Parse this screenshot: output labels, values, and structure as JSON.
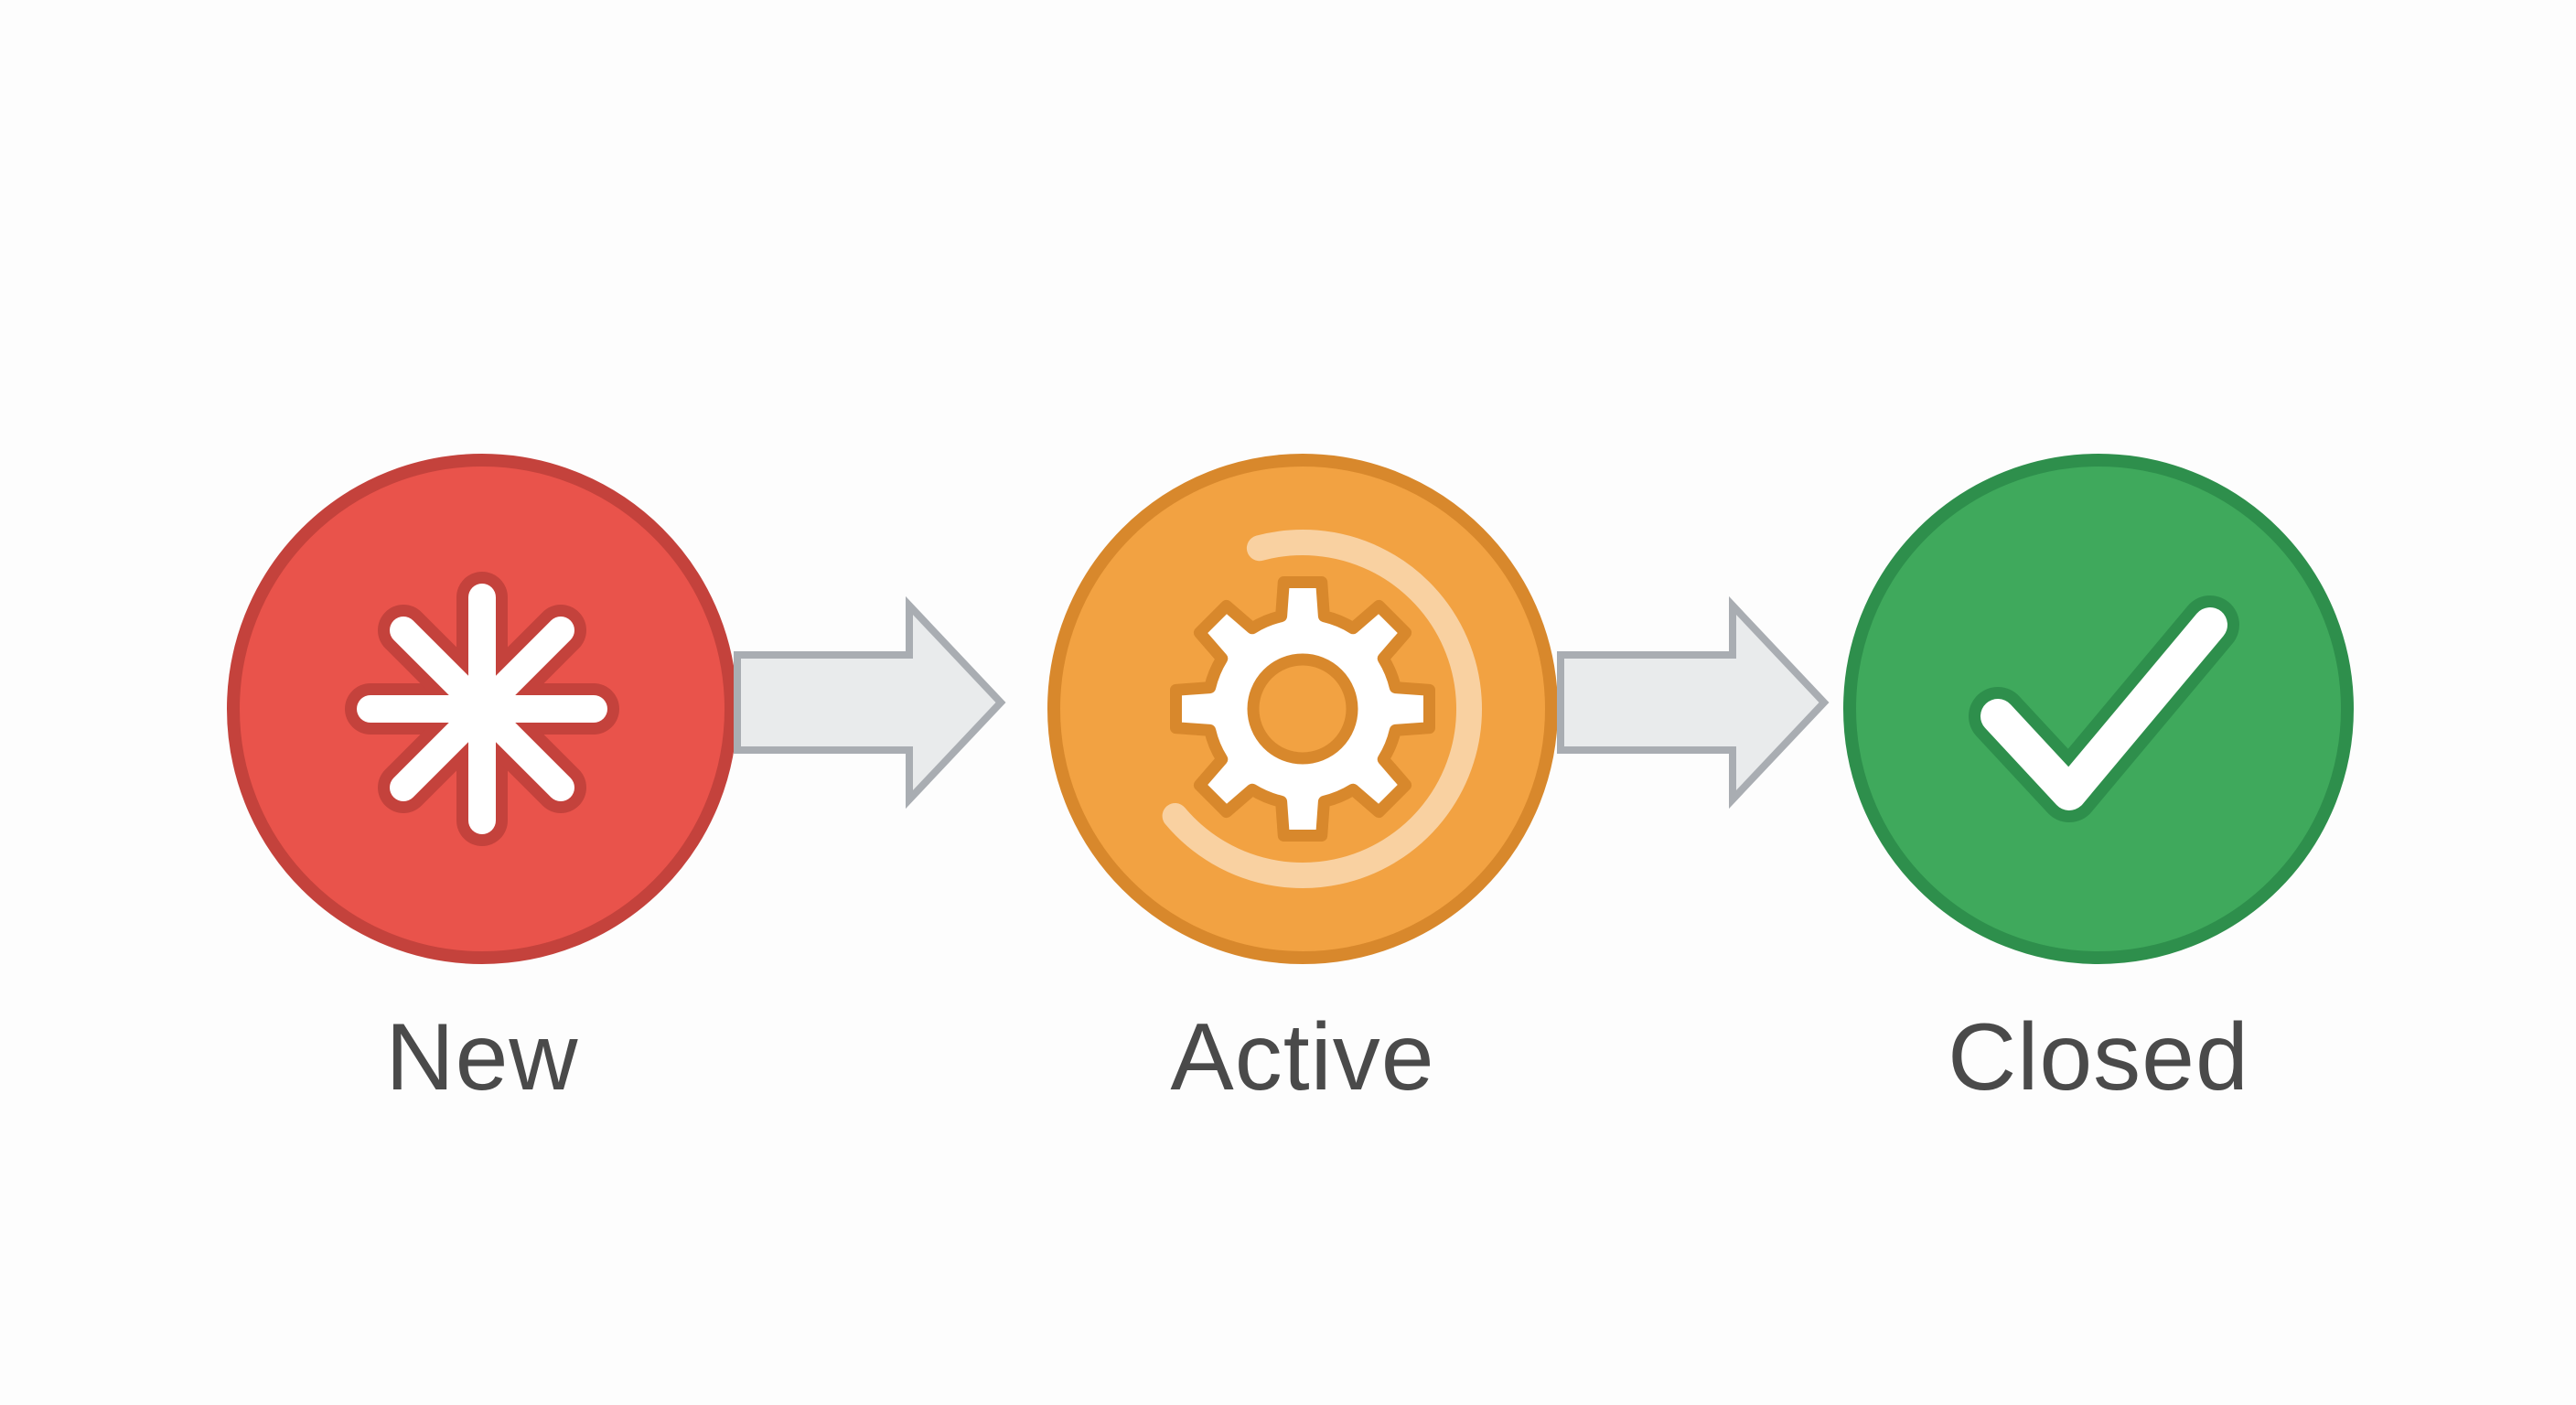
{
  "workflow": {
    "background_color": "#FDFDFD",
    "label_color": "#4A4A4A",
    "stages": [
      {
        "id": "new",
        "label": "New",
        "icon": "asterisk-icon",
        "icon_color": "#FFFFFF",
        "fill": "#E9534B",
        "border": "#C4423C"
      },
      {
        "id": "active",
        "label": "Active",
        "icon": "gear-icon",
        "icon_color": "#FFFFFF",
        "fill": "#F2A242",
        "border": "#D8882C",
        "progress_arc_color": "rgba(255,255,255,0.5)"
      },
      {
        "id": "closed",
        "label": "Closed",
        "icon": "checkmark-icon",
        "icon_color": "#FFFFFF",
        "fill": "#3FA95C",
        "border": "#2E8F4C"
      }
    ],
    "connectors": [
      {
        "from": "New",
        "to": "Active",
        "shape": "arrow-right-connector",
        "fill": "#E9EBEC",
        "border": "#A9ADB2"
      },
      {
        "from": "Active",
        "to": "Closed",
        "shape": "arrow-right-connector",
        "fill": "#E9EBEC",
        "border": "#A9ADB2"
      }
    ]
  }
}
